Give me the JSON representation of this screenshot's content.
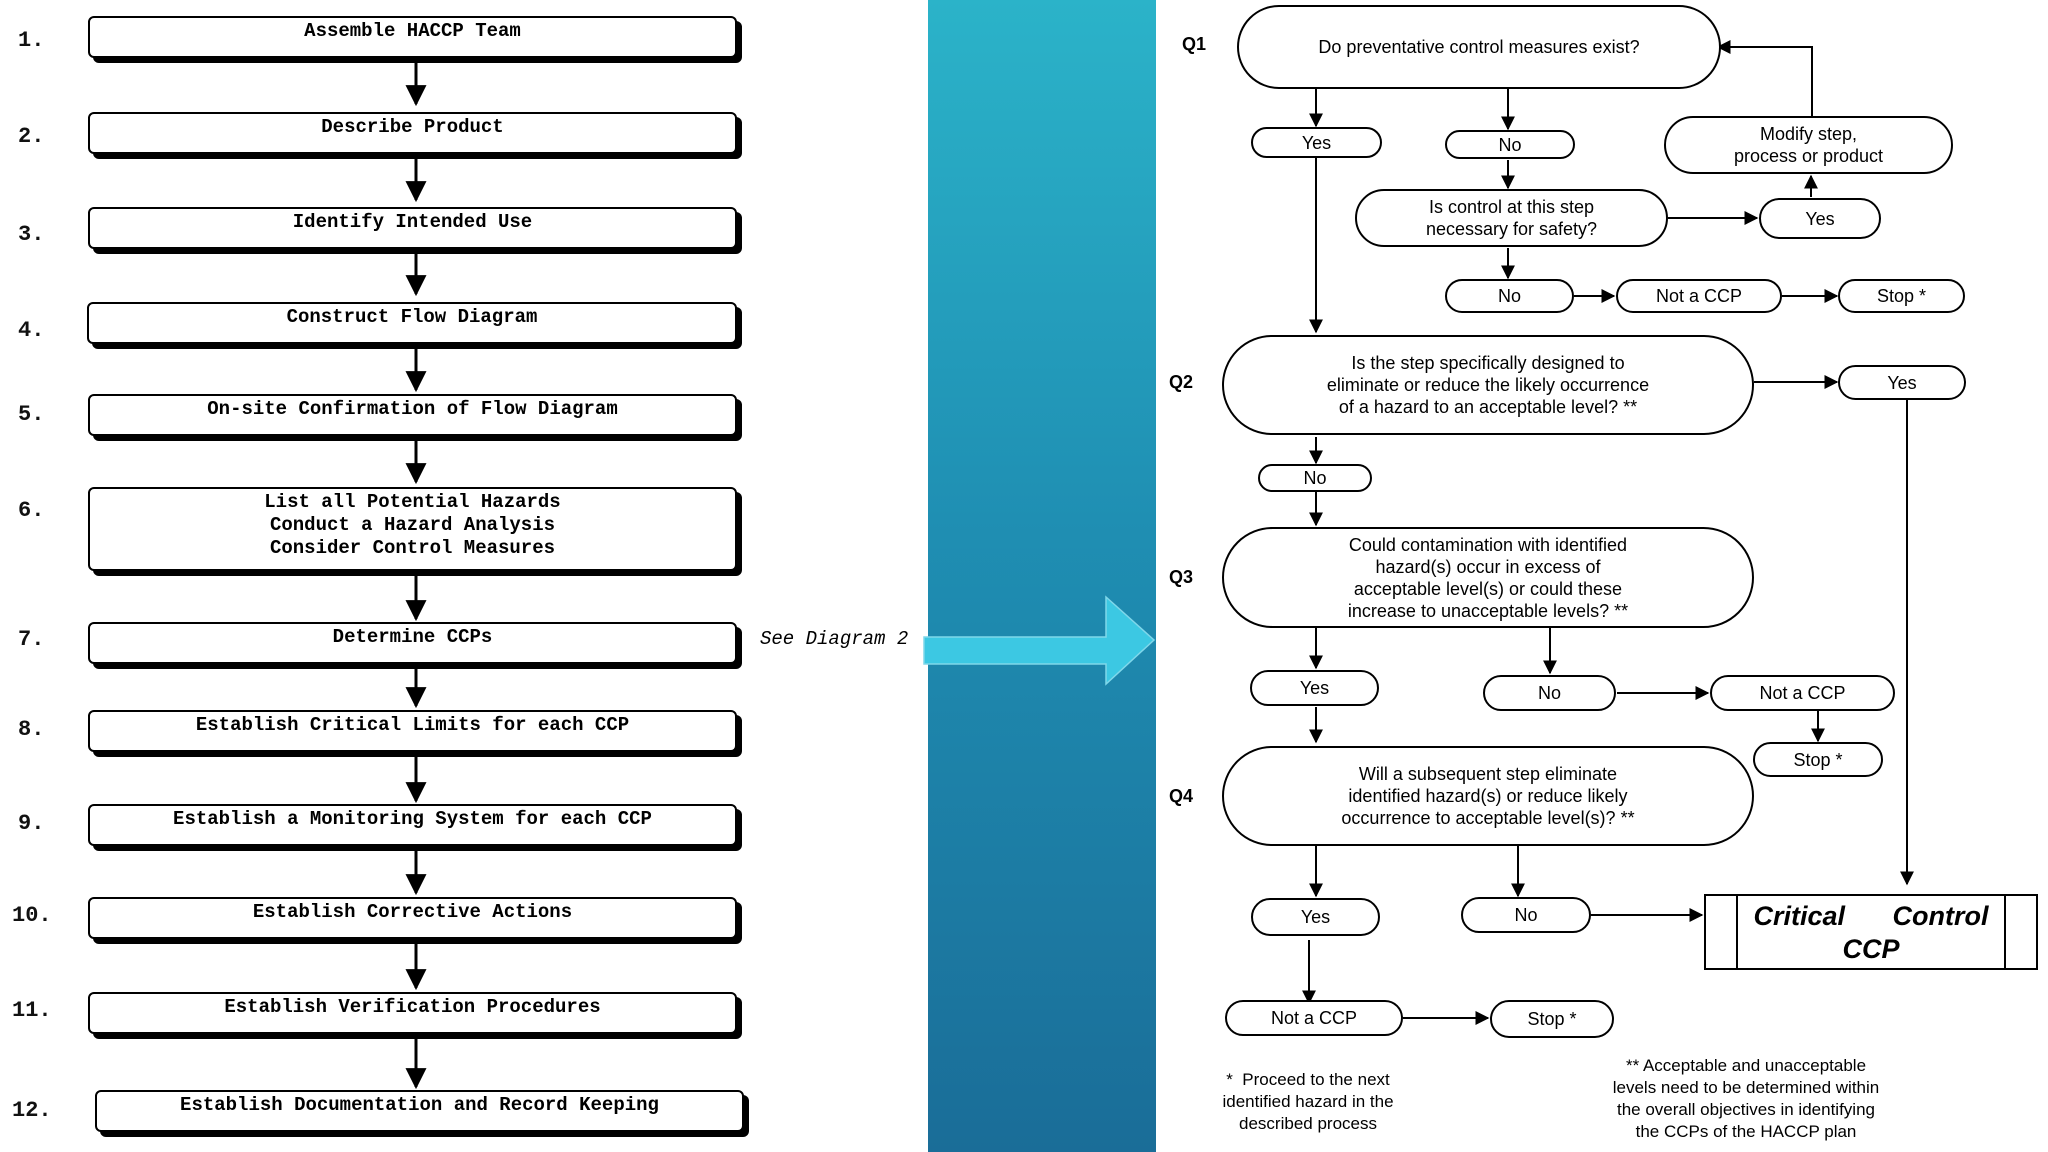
{
  "steps": [
    {
      "num": "1.",
      "label": "Assemble HACCP Team"
    },
    {
      "num": "2.",
      "label": "Describe Product"
    },
    {
      "num": "3.",
      "label": "Identify Intended Use"
    },
    {
      "num": "4.",
      "label": "Construct Flow Diagram"
    },
    {
      "num": "5.",
      "label": "On-site Confirmation of Flow Diagram"
    },
    {
      "num": "6.",
      "label": "List all Potential Hazards\nConduct a Hazard Analysis\nConsider Control Measures"
    },
    {
      "num": "7.",
      "label": "Determine CCPs"
    },
    {
      "num": "8.",
      "label": "Establish Critical Limits for each CCP"
    },
    {
      "num": "9.",
      "label": "Establish a Monitoring System for each CCP"
    },
    {
      "num": "10.",
      "label": "Establish Corrective Actions"
    },
    {
      "num": "11.",
      "label": "Establish Verification Procedures"
    },
    {
      "num": "12.",
      "label": "Establish Documentation and Record Keeping"
    }
  ],
  "see_diagram": "See Diagram 2",
  "decision_tree": {
    "q_labels": {
      "q1": "Q1",
      "q2": "Q2",
      "q3": "Q3",
      "q4": "Q4"
    },
    "q1": {
      "question": "Do preventative control measures exist?",
      "yes": "Yes",
      "no": "No",
      "modify": "Modify step,\nprocess or product",
      "control_question": "Is control at this step\nnecessary for safety?",
      "control_yes": "Yes",
      "control_no": "No",
      "not_ccp": "Not a CCP",
      "stop": "Stop *"
    },
    "q2": {
      "question": "Is the step specifically designed to\neliminate or reduce the likely occurrence\nof a hazard to an acceptable level? **",
      "yes": "Yes",
      "no": "No"
    },
    "q3": {
      "question": "Could contamination with identified\nhazard(s) occur in excess of\nacceptable level(s) or could these\nincrease to unacceptable levels? **",
      "yes": "Yes",
      "no": "No",
      "not_ccp": "Not a CCP",
      "stop": "Stop *"
    },
    "q4": {
      "question": "Will a subsequent step eliminate\nidentified hazard(s) or reduce likely\noccurrence to acceptable level(s)? **",
      "yes": "Yes",
      "no": "No",
      "not_ccp": "Not a CCP",
      "stop": "Stop *"
    },
    "ccp": {
      "title": "Critical Control\nCCP"
    },
    "footnote_single": "*  Proceed to the next\nidentified hazard in the\ndescribed process",
    "footnote_double": "** Acceptable and unacceptable\nlevels need to be determined within\nthe overall objectives in identifying\nthe CCPs of the HACCP plan"
  },
  "colors": {
    "band_top": "#2bb3c9",
    "band_bottom": "#1a6d98",
    "arrow_fill": "#3cc8e3"
  }
}
